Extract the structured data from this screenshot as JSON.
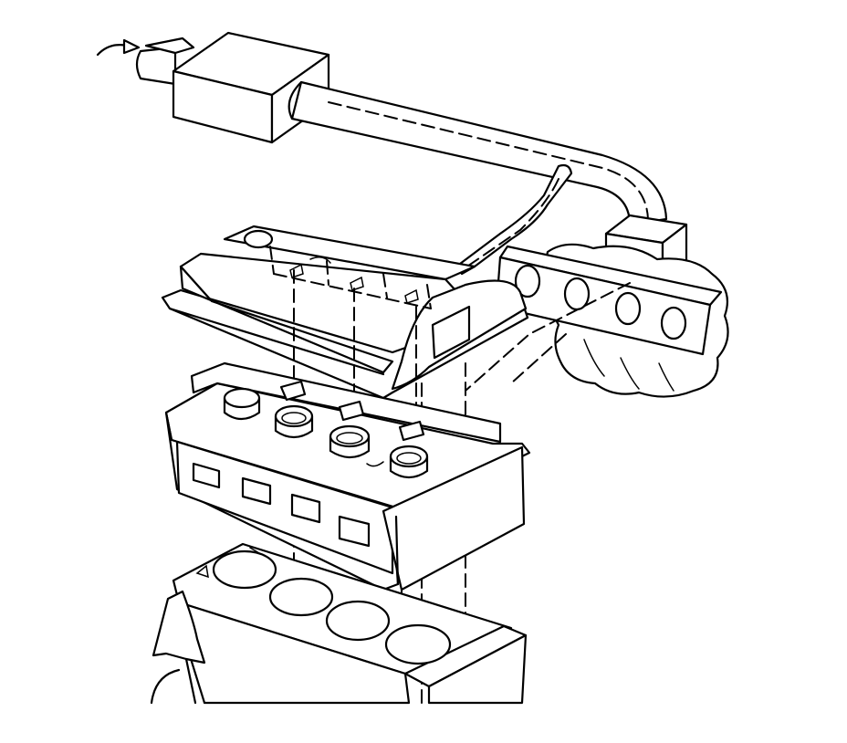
{
  "diagram": {
    "kind": "exploded-engine-airflow-illustration",
    "colors": {
      "line": "#000000",
      "background": "#ffffff"
    },
    "components": [
      "intake-air-duct",
      "air-cleaner-box",
      "intake-tube",
      "throttle-body",
      "exhaust-manifold",
      "valve-cover",
      "cylinder-head",
      "engine-block",
      "airflow-arrow-icon"
    ]
  }
}
